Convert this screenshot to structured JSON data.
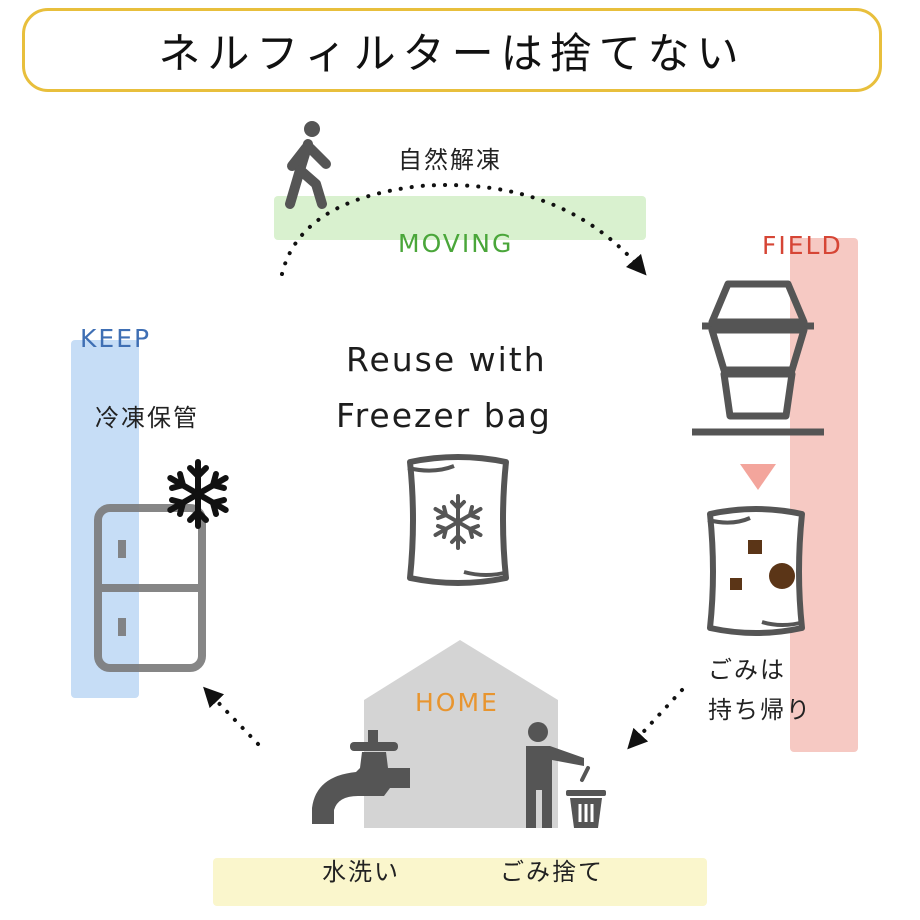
{
  "title": "ネルフィルターは捨てない",
  "center": {
    "line1": "Reuse with",
    "line2": "Freezer bag"
  },
  "stages": {
    "moving": {
      "tag": "MOVING",
      "caption": "自然解凍",
      "color": "#4aa63a",
      "band": "#d9f1cf"
    },
    "field": {
      "tag": "FIELD",
      "caption_line1": "ごみは",
      "caption_line2": "持ち帰り",
      "color": "#d64535",
      "band": "#f6c9c3"
    },
    "home": {
      "tag": "HOME",
      "caption_wash": "水洗い",
      "caption_trash": "ごみ捨て",
      "color": "#e8952f",
      "band": "#faf6cc"
    },
    "keep": {
      "tag": "KEEP",
      "caption": "冷凍保管",
      "color": "#3f6fb4",
      "band": "#c6ddf6"
    }
  },
  "colors": {
    "title_border": "#e8bf3c",
    "icon": "#555555",
    "arrow": "#111111",
    "house": "#d4d4d4"
  }
}
